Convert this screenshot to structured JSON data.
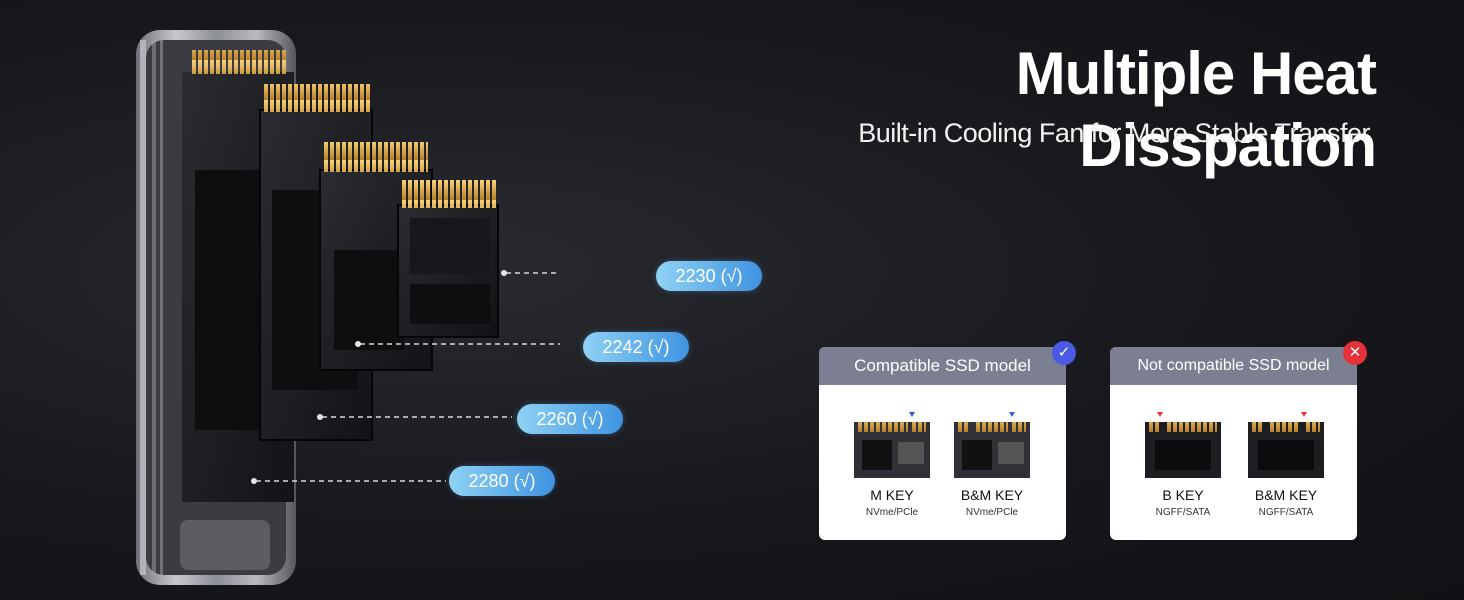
{
  "header": {
    "title": "Multiple Heat Disspation",
    "subtitle": "Built-in Cooling Fan for More Stable Transfer"
  },
  "sizes": [
    {
      "label": "2230 (√)"
    },
    {
      "label": "2242 (√)"
    },
    {
      "label": "2260 (√)"
    },
    {
      "label": "2280 (√)"
    }
  ],
  "compatible": {
    "heading": "Compatible SSD model",
    "badge": "✓",
    "items": [
      {
        "name": "M KEY",
        "sub": "NVme/PCle"
      },
      {
        "name": "B&M KEY",
        "sub": "NVme/PCle"
      }
    ]
  },
  "not_compatible": {
    "heading": "Not compatible SSD model",
    "badge": "✕",
    "items": [
      {
        "name": "B KEY",
        "sub": "NGFF/SATA"
      },
      {
        "name": "B&M KEY",
        "sub": "NGFF/SATA"
      }
    ]
  },
  "colors": {
    "pill_start": "#8fd2f3",
    "pill_end": "#3f93e0",
    "card_header": "#7b7f91",
    "ok_badge": "#4a5ae3",
    "no_badge": "#e5323a"
  }
}
